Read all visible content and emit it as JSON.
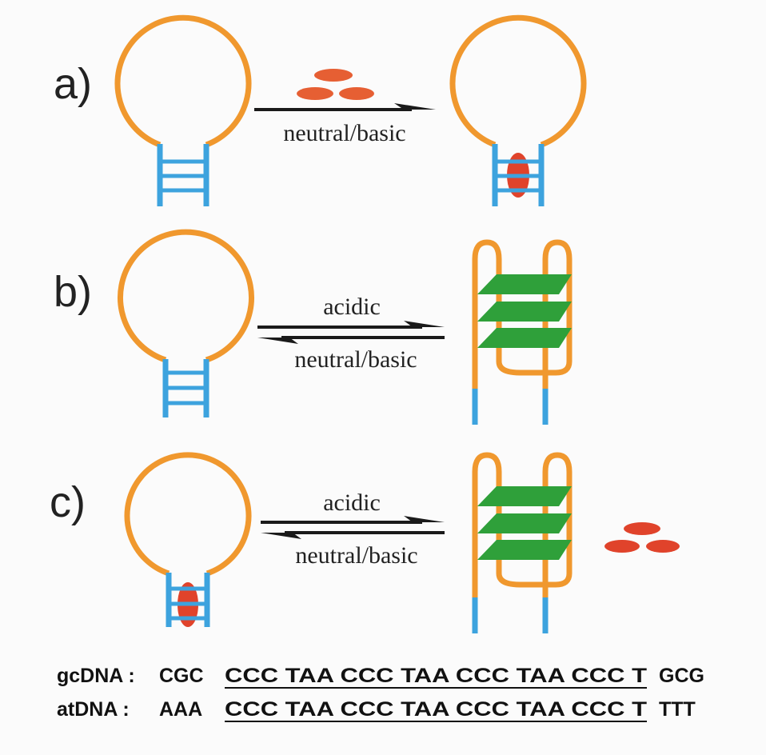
{
  "panels": [
    {
      "label": "a)",
      "forward_label": "neutral/basic",
      "reverse_label": ""
    },
    {
      "label": "b)",
      "forward_label": "acidic",
      "reverse_label": "neutral/basic"
    },
    {
      "label": "c)",
      "forward_label": "acidic",
      "reverse_label": "neutral/basic"
    }
  ],
  "sequences": [
    {
      "name": "gcDNA :",
      "prefix": "CGC",
      "core": "CCC TAA CCC TAA CCC TAA CCC T",
      "suffix": "GCG"
    },
    {
      "name": "atDNA :",
      "prefix": "AAA",
      "core": "CCC TAA CCC TAA CCC TAA CCC T",
      "suffix": "TTT"
    }
  ],
  "colors": {
    "loop": "#f0982e",
    "stem": "#3da3de",
    "ligand": "#e0432b",
    "ligand_free": "#e65f33",
    "quartet": "#2fa03a",
    "arrow": "#1a1a1a"
  }
}
